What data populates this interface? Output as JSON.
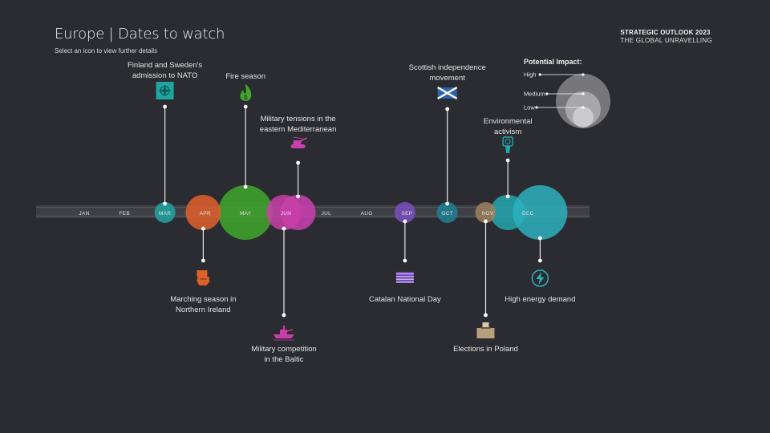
{
  "header": {
    "title": "Europe | Dates to watch",
    "subtitle": "Select an icon to view further details"
  },
  "brand": {
    "line1": "STRATEGIC OUTLOOK 2023",
    "line2": "THE GLOBAL UNRAVELLING"
  },
  "months": [
    "JAN",
    "FEB",
    "MAR",
    "APR",
    "MAY",
    "JUN",
    "JUL",
    "AUG",
    "SEP",
    "OCT",
    "NOV",
    "DEC"
  ],
  "legend": {
    "title": "Potential Impact:",
    "levels": [
      "High",
      "Medium",
      "Low"
    ]
  },
  "events": [
    {
      "id": "nato",
      "label": [
        "Finland and Sweden's",
        "admission to NATO"
      ],
      "month": 2.0,
      "side": "above",
      "impact": "low",
      "color": "#1fa5a0",
      "icon": "nato-star-icon"
    },
    {
      "id": "fire",
      "label": [
        "Fire season"
      ],
      "month": 4.0,
      "side": "above",
      "impact": "high",
      "color": "#3fa82b",
      "icon": "flame-icon"
    },
    {
      "id": "med",
      "label": [
        "Military tensions in the",
        "eastern Mediterranean"
      ],
      "month": 5.3,
      "side": "above",
      "impact": "medium",
      "color": "#cc3fb1",
      "icon": "tank-icon"
    },
    {
      "id": "scot",
      "label": [
        "Scottish independence",
        "movement"
      ],
      "month": 9.0,
      "side": "above",
      "impact": "low",
      "color": "#1f7f94",
      "icon": "saltire-flag-icon"
    },
    {
      "id": "env",
      "label": [
        "Environmental",
        "activism"
      ],
      "month": 10.5,
      "side": "above",
      "impact": "medium",
      "color": "#24a6ae",
      "icon": "protest-sign-icon"
    },
    {
      "id": "march",
      "label": [
        "Marching season in",
        "Northern Ireland"
      ],
      "month": 2.95,
      "side": "below",
      "impact": "medium",
      "color": "#e0602b",
      "icon": "protest-fist-icon"
    },
    {
      "id": "baltic",
      "label": [
        "Military competition",
        "in the Baltic"
      ],
      "month": 4.95,
      "side": "below",
      "impact": "medium",
      "color": "#c83fa8",
      "icon": "warship-icon"
    },
    {
      "id": "catalan",
      "label": [
        "Catalan National Day"
      ],
      "month": 7.95,
      "side": "below",
      "impact": "low",
      "color": "#7a4fc0",
      "icon": "catalan-flag-icon"
    },
    {
      "id": "poland",
      "label": [
        "Elections in Poland"
      ],
      "month": 9.95,
      "side": "below",
      "impact": "low",
      "color": "#9c805d",
      "icon": "ballot-box-icon"
    },
    {
      "id": "energy",
      "label": [
        "High energy demand"
      ],
      "month": 11.3,
      "side": "below",
      "impact": "high",
      "color": "#2bb0bd",
      "icon": "lightning-icon"
    }
  ]
}
